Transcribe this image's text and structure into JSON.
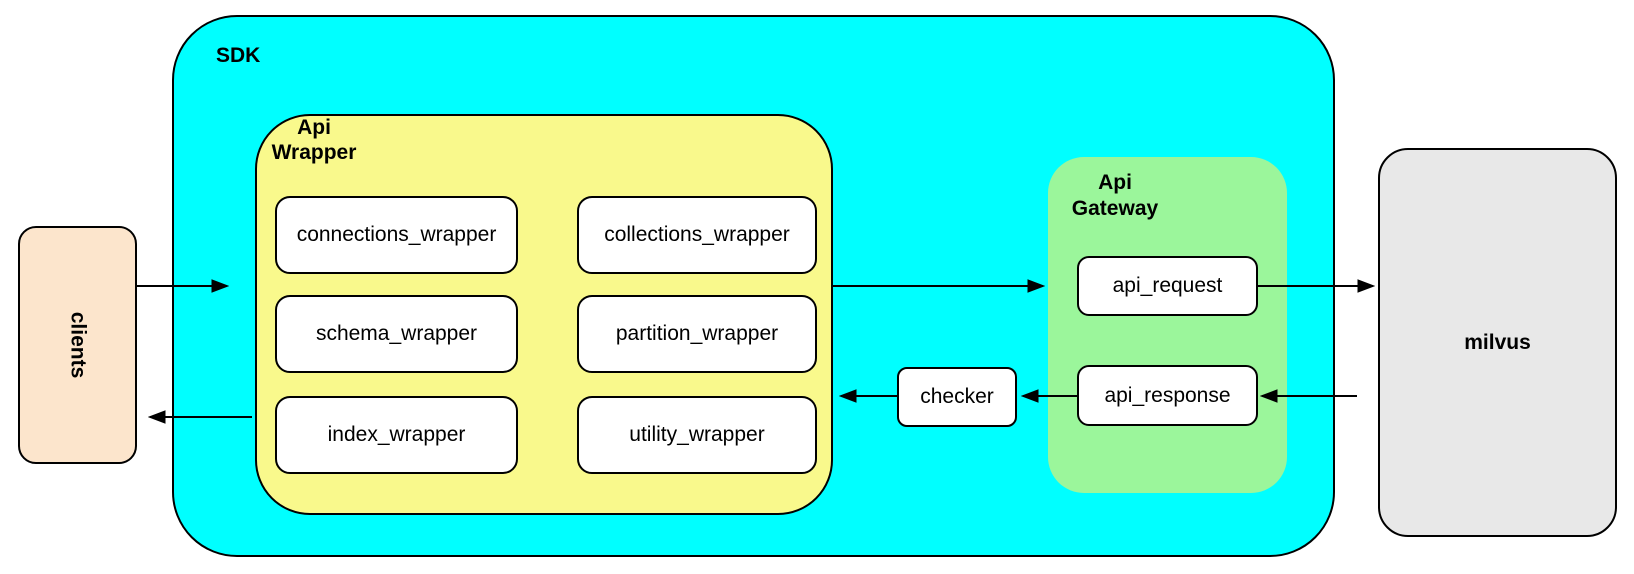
{
  "diagram": {
    "sdk": {
      "label": "SDK"
    },
    "clients": {
      "label": "clients"
    },
    "api_wrapper": {
      "label_lines": [
        "Api",
        "Wrapper"
      ],
      "modules": [
        "connections_wrapper",
        "collections_wrapper",
        "schema_wrapper",
        "partition_wrapper",
        "index_wrapper",
        "utility_wrapper"
      ]
    },
    "checker": {
      "label": "checker"
    },
    "api_gateway": {
      "label_lines": [
        "Api",
        "Gateway"
      ],
      "request_label": "api_request",
      "response_label": "api_response"
    },
    "milvus": {
      "label": "milvus"
    },
    "colors": {
      "sdk_fill": "#00ffff",
      "api_wrapper_fill": "#f9f98c",
      "api_gateway_fill": "#9bf69b",
      "clients_fill": "#fce5cc",
      "milvus_fill": "#e8e8e8",
      "node_fill": "#ffffff",
      "stroke": "#000000"
    }
  }
}
